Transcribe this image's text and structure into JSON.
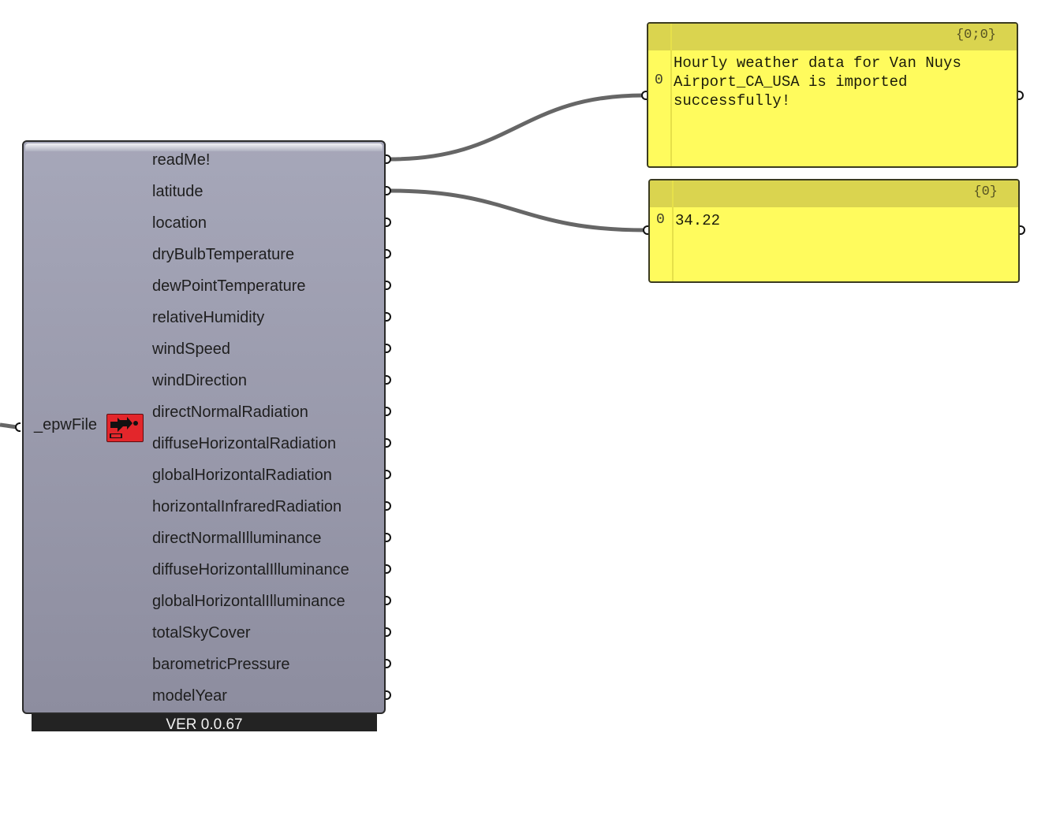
{
  "component": {
    "input": "_epwFile",
    "icon": "epw-import-icon",
    "version": "VER 0.0.67",
    "outputs": [
      "readMe!",
      "latitude",
      "location",
      "dryBulbTemperature",
      "dewPointTemperature",
      "relativeHumidity",
      "windSpeed",
      "windDirection",
      "directNormalRadiation",
      "diffuseHorizontalRadiation",
      "globalHorizontalRadiation",
      "horizontalInfraredRadiation",
      "directNormalIlluminance",
      "diffuseHorizontalIlluminance",
      "globalHorizontalIlluminance",
      "totalSkyCover",
      "barometricPressure",
      "modelYear"
    ]
  },
  "panels": {
    "readme": {
      "path": "{0;0}",
      "index": "0",
      "text": "Hourly weather data for Van Nuys Airport_CA_USA is imported successfully!"
    },
    "latitude": {
      "path": "{0}",
      "index": "0",
      "text": "34.22"
    }
  },
  "colors": {
    "panel_bg": "#fffb5d",
    "panel_header": "#dad44f",
    "component_top": "#a6a7b9",
    "component_bottom": "#8d8d9f",
    "wire": "#666666",
    "icon_red": "#e3262b"
  }
}
